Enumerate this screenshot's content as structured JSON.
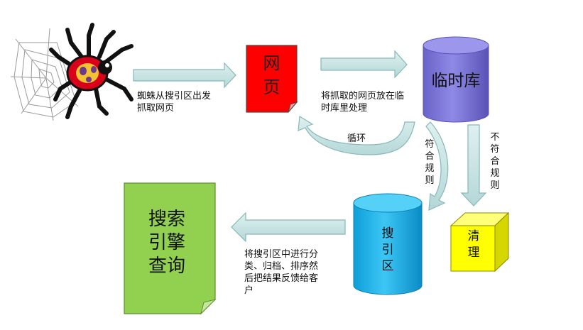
{
  "nodes": {
    "webpage": "网\n页",
    "temp_store": "临时库",
    "index": "搜\n引\n区",
    "clean": "清\n理",
    "query": "搜索\n引擎\n查询"
  },
  "labels": {
    "spider_fetch": "蜘蛛从搜引区出发\n抓取网页",
    "put_in_temp": "将抓取的网页放在临\n时库里处理",
    "loop": "循环",
    "conform": "符\n合\n规\n则",
    "not_conform": "不\n符\n合\n规\n则",
    "index_process": "将搜引区中进行分\n类、归档、排序然\n后把结果反馈给客\n户"
  },
  "colors": {
    "webpage_fill": "#ff0000",
    "cylinder_purple": "#7b74d6",
    "cylinder_blue": "#1ab2ea",
    "clean_box": "#ffff00",
    "query_fill": "#92d050",
    "arrow_fill": "#c7e3e3",
    "arrow_stroke": "#86b8b8"
  }
}
